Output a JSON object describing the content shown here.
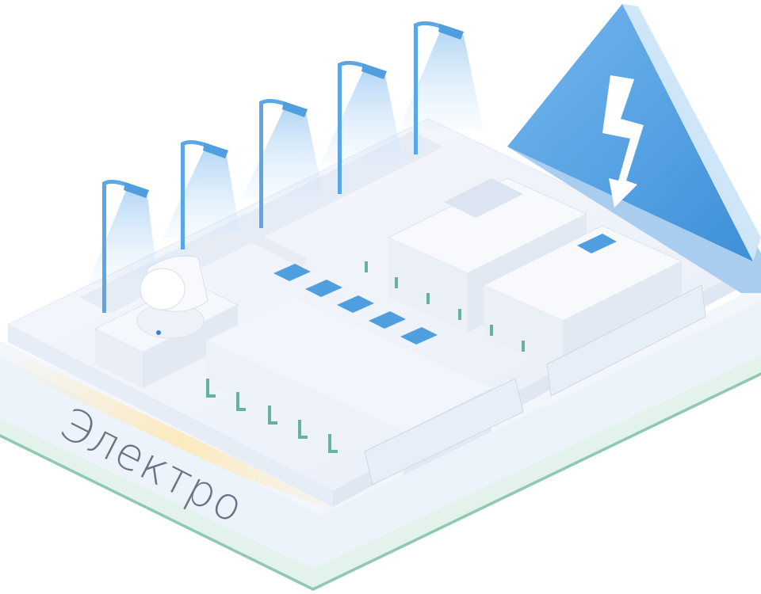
{
  "label": {
    "text": "Электро"
  },
  "colors": {
    "board_base": "#f2f5fb",
    "board_edge": "#8fc9b0",
    "accent_blue": "#4f9fe0",
    "light_blue": "#bcd9f5",
    "pole": "#5aa6e6",
    "connector_green": "#64b49c",
    "caption": "#6b7384"
  },
  "icons": {
    "warning": "high-voltage-triangle-icon",
    "bolt": "lightning-bolt-icon",
    "socket": "power-socket-icon",
    "plug": "power-plug-icon"
  },
  "scene": {
    "street_lamp_count": 5,
    "small_breaker_count": 5
  }
}
